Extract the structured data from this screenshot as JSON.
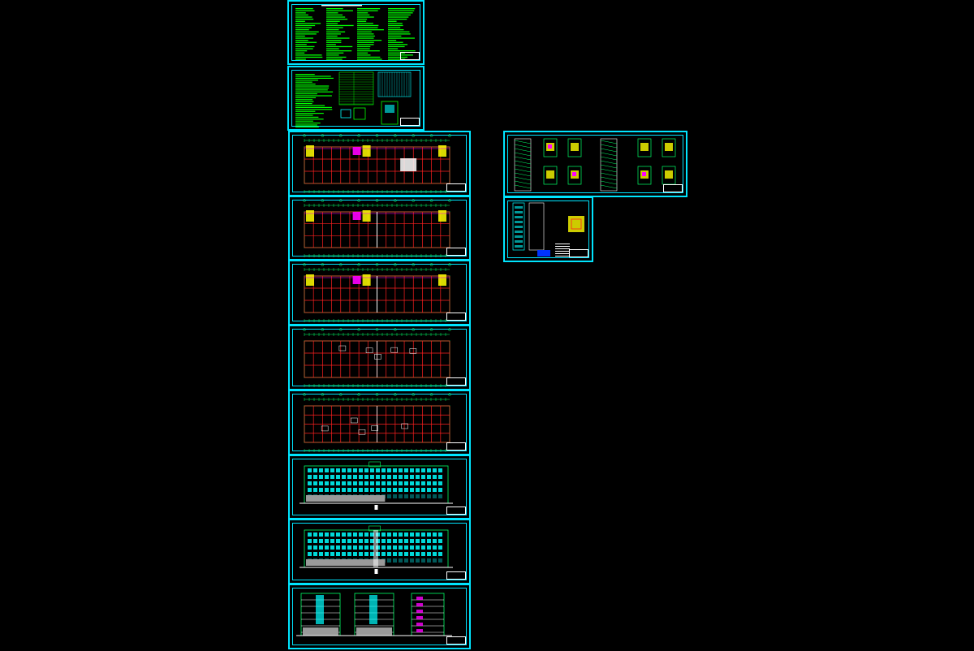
{
  "colors": {
    "background": "#000000",
    "frame": "#00e5ff",
    "text_green": "#00ff00",
    "grid_red": "#ff2020",
    "wall_green": "#00ff66",
    "highlight_magenta": "#ff00ff",
    "highlight_yellow": "#ffff00",
    "window_cyan": "#00ffff",
    "ground_gray": "#9a9a9a",
    "title_white": "#ffffff",
    "accent_blue": "#0033ff"
  },
  "sheets": [
    {
      "name": "notes-sheet-1",
      "kind": "notes"
    },
    {
      "name": "notes-sheet-2",
      "kind": "notes-schedule"
    },
    {
      "name": "floor-plan-1",
      "kind": "plan"
    },
    {
      "name": "floor-plan-2",
      "kind": "plan"
    },
    {
      "name": "floor-plan-3",
      "kind": "plan"
    },
    {
      "name": "floor-plan-4",
      "kind": "plan-roof"
    },
    {
      "name": "roof-plan",
      "kind": "plan-roof"
    },
    {
      "name": "elevation-front",
      "kind": "elevation"
    },
    {
      "name": "elevation-rear",
      "kind": "elevation"
    },
    {
      "name": "sections",
      "kind": "section"
    },
    {
      "name": "stair-details",
      "kind": "details"
    },
    {
      "name": "wall-details",
      "kind": "details"
    }
  ]
}
